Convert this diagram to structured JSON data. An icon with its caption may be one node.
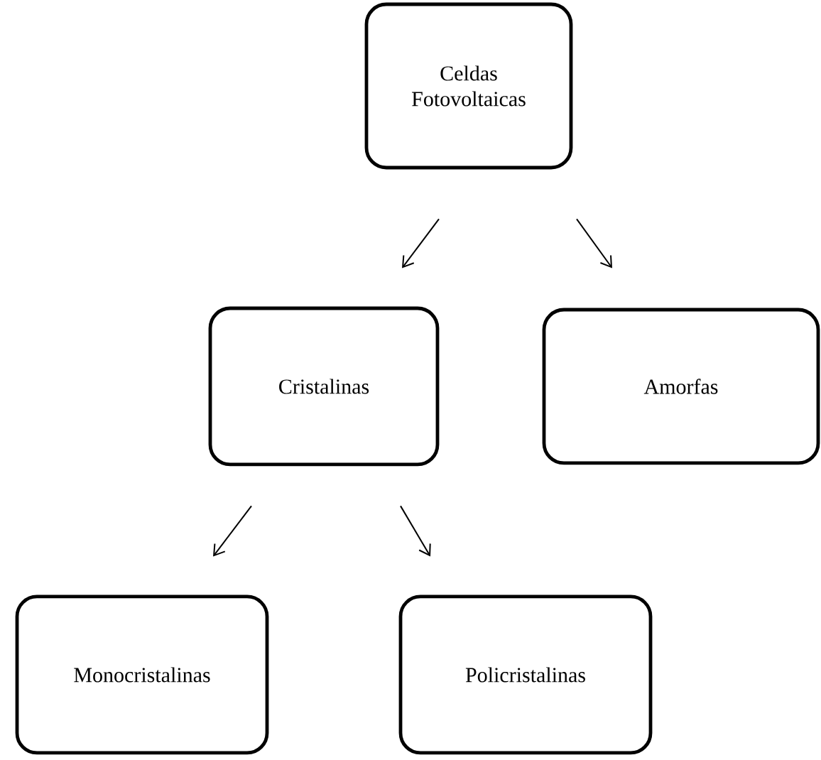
{
  "diagram": {
    "nodes": [
      {
        "text": [
          "Celdas Fotovoltaicas"
        ]
      },
      {
        "text": [
          "Cristalinas"
        ]
      },
      {
        "text": [
          "Amorfas"
        ]
      },
      {
        "text": [
          "Monocristalinas"
        ]
      },
      {
        "text": [
          "Policristalinas"
        ]
      }
    ],
    "edges": [
      {
        "from": 0,
        "to": 1,
        "arrow": "to"
      },
      {
        "from": 0,
        "to": 2,
        "arrow": "to"
      },
      {
        "from": 1,
        "to": 3,
        "arrow": "to"
      },
      {
        "from": 1,
        "to": 4,
        "arrow": "to"
      }
    ]
  }
}
